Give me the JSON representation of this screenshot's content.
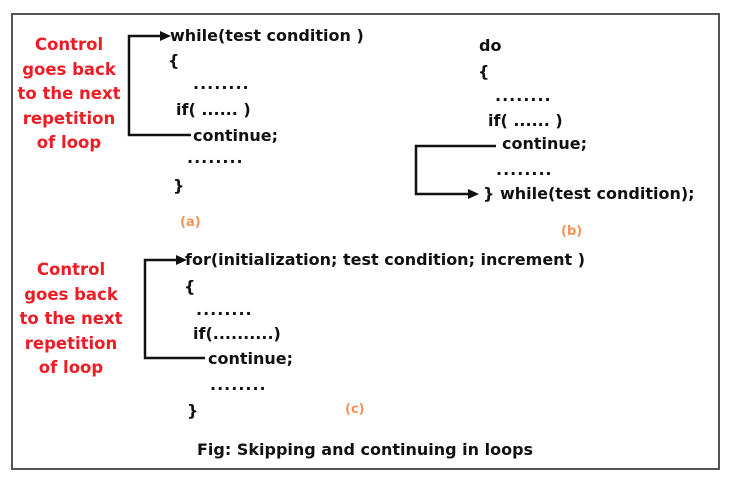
{
  "diagram_a": {
    "note_lines": [
      "Control",
      "goes back",
      "to the next",
      "repetition",
      "of loop"
    ],
    "while_line": "while(test condition )",
    "open_brace": "{",
    "dots_1": "........",
    "if_line": "if( ...... )",
    "continue_line": "continue;",
    "dots_2": "........",
    "close_brace": "}",
    "label": "(a)"
  },
  "diagram_b": {
    "do_line": "do",
    "open_brace": "{",
    "dots_1": "........",
    "if_line": "if( ...... )",
    "continue_line": "continue;",
    "dots_2": "........",
    "while_line": "} while(test condition);",
    "label": "(b)"
  },
  "diagram_c": {
    "note_lines": [
      "Control",
      "goes back",
      "to the next",
      "repetition",
      "of loop"
    ],
    "for_line": "for(initialization; test condition; increment )",
    "open_brace": "{",
    "dots_1": "........",
    "if_line": "if(..........)",
    "continue_line": "continue;",
    "dots_2": "........",
    "close_brace": "}",
    "label": "(c)"
  },
  "caption": "Fig: Skipping and continuing in loops",
  "colors": {
    "note": "#ee1c24",
    "label": "#f5915a",
    "code": "#111111",
    "border": "#555555"
  }
}
